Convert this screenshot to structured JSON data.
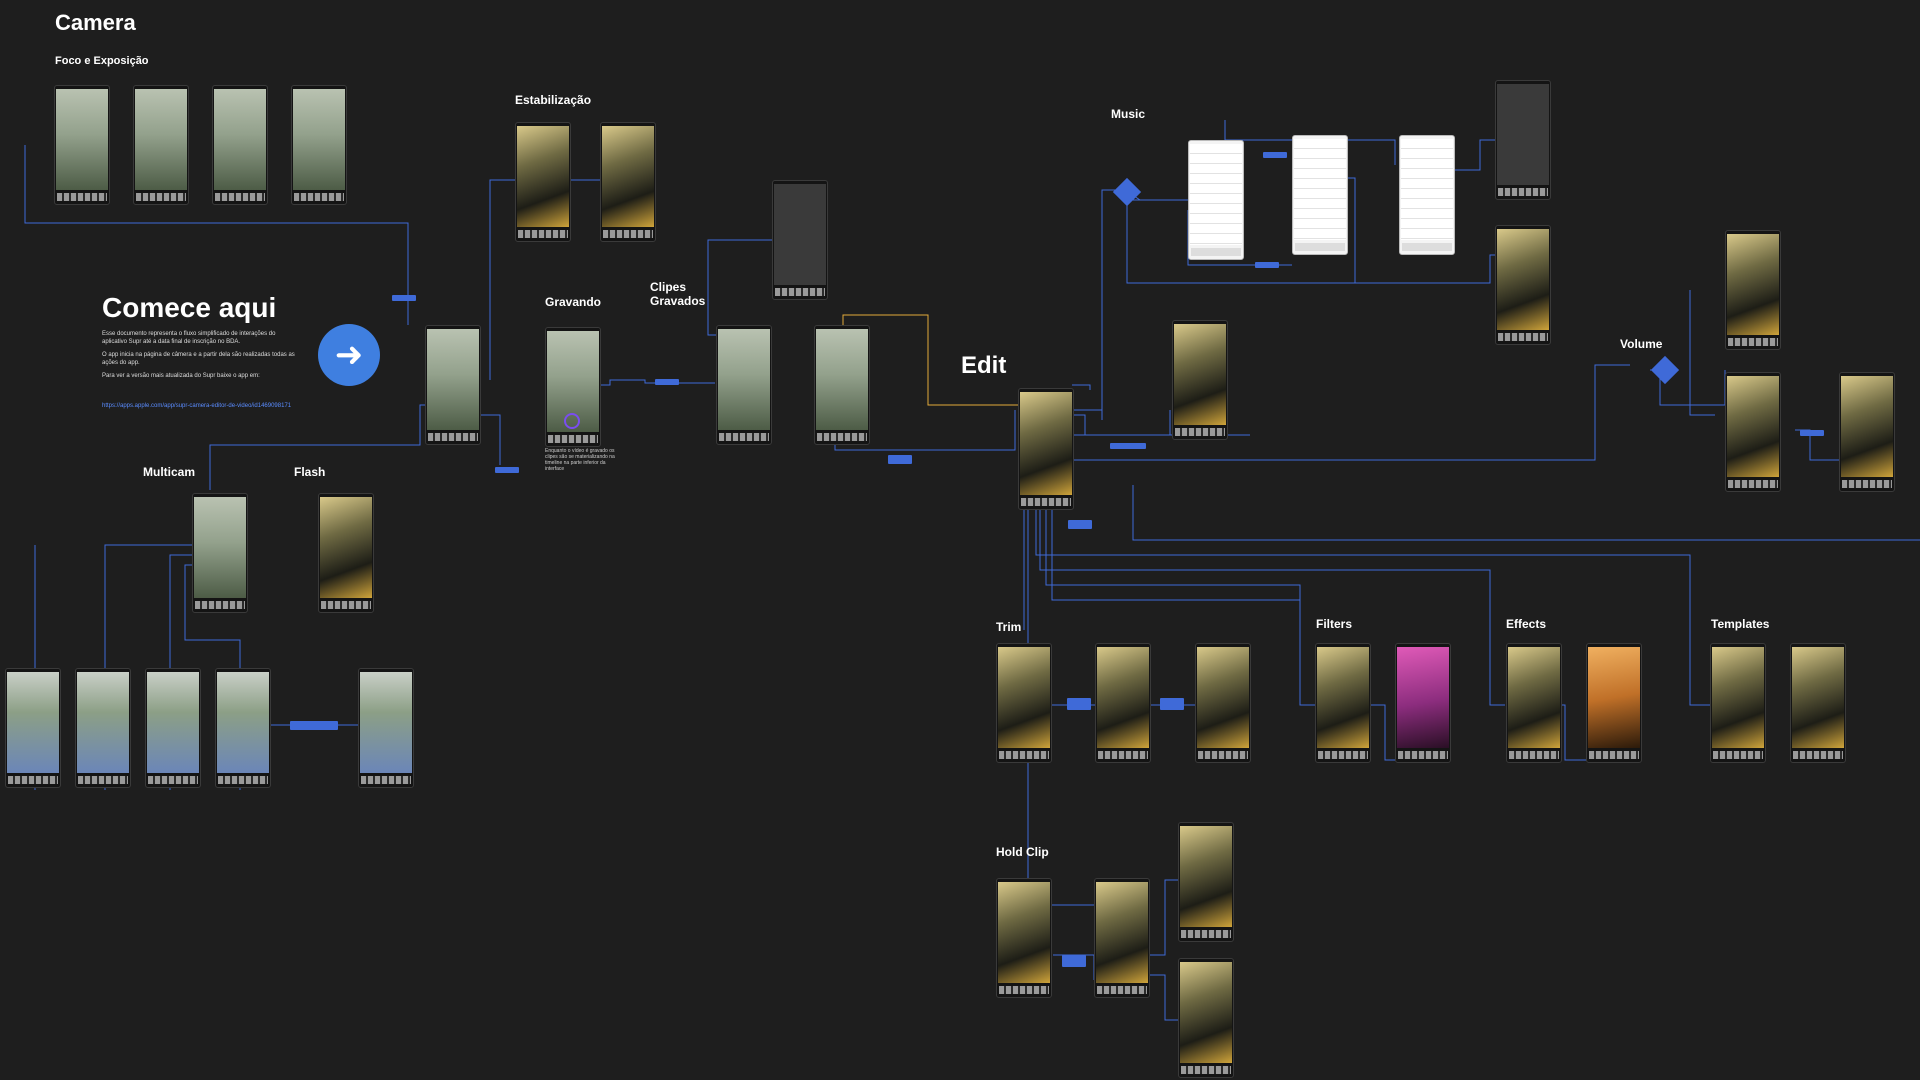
{
  "page": {
    "title": "Camera",
    "start": {
      "heading": "Comece aqui",
      "desc1": "Esse documento representa o fluxo simplificado de interações do aplicativo Supr até a data final de inscrição no BDA.",
      "desc2": "O app inicia na página de câmera e a partir dela são realizadas todas as ações do app.",
      "desc3": "Para ver a versão mais atualizada do Supr baixe o app em:",
      "link": "https://apps.apple.com/app/supr-camera-editor-de-video/id1469098171",
      "button_icon": "arrow-right-icon"
    }
  },
  "sections": {
    "foco": "Foco e Exposição",
    "estabilizacao": "Estabilização",
    "gravando": "Gravando",
    "clipes": "Clipes Gravados",
    "music": "Music",
    "edit": "Edit",
    "volume": "Volume",
    "multicam": "Multicam",
    "flash": "Flash",
    "trim": "Trim",
    "filters": "Filters",
    "effects": "Effects",
    "templates": "Templates",
    "hold": "Hold Clip"
  },
  "notes": {
    "gravando": "Enquanto o vídeo é gravado os clipes são se materializando na timeline na parte inferior da interface"
  },
  "colors": {
    "background": "#1e1e1e",
    "connector": "#3f6ad8",
    "accent_highlight": "#e3a93b",
    "start_button": "#3f7fe0"
  }
}
